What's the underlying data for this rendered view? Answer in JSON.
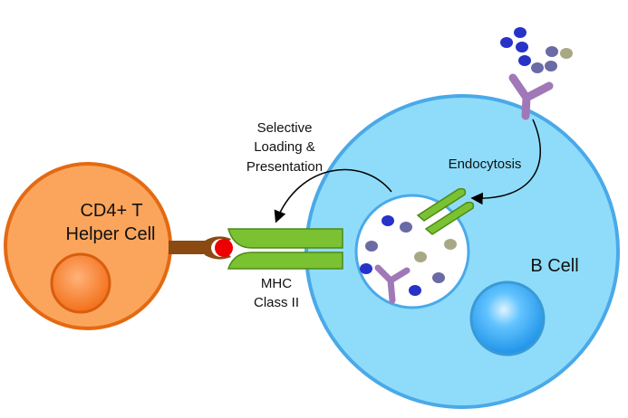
{
  "labels": {
    "t_cell_line1": "CD4+ T",
    "t_cell_line2": "Helper Cell",
    "b_cell": "B Cell",
    "endocytosis": "Endocytosis",
    "selective_line1": "Selective",
    "selective_line2": "Loading &",
    "selective_line3": "Presentation",
    "mhc_line1": "MHC",
    "mhc_line2": "Class II"
  },
  "colors": {
    "b_cell_fill": "#8fdcfa",
    "b_cell_stroke": "#4aa9e8",
    "t_cell_fill": "#fba55c",
    "t_cell_stroke": "#e36a12",
    "t_nucleus": "#f67a23",
    "b_nucleus": "#1f9aef",
    "mhc_green": "#7ac231",
    "mhc_stroke": "#4e8a16",
    "antibody_purple": "#a078b8",
    "tcr_brown": "#8a4a12",
    "antigen_red": "#ee0000",
    "particle_blue": "#2632c8",
    "particle_slate": "#6a6aa4",
    "particle_olive": "#a9a886"
  }
}
